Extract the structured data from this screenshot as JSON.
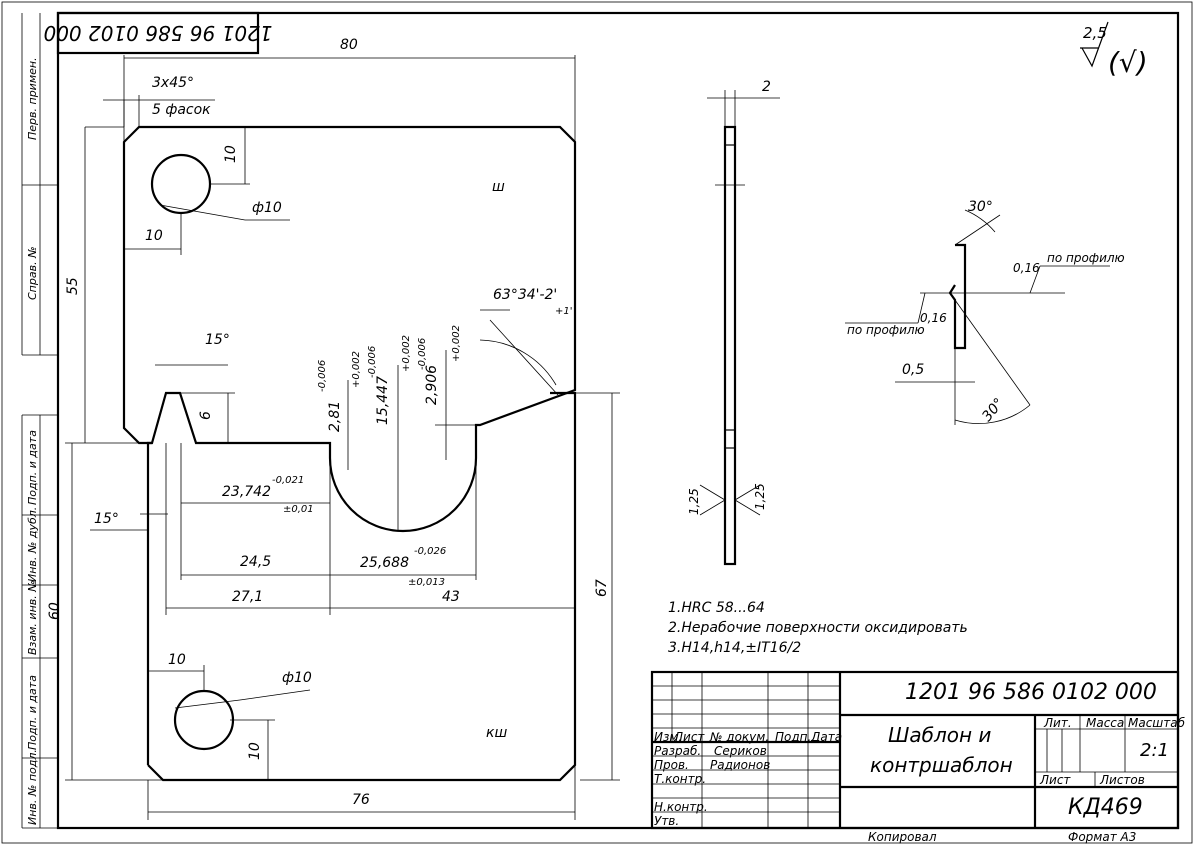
{
  "doc_number_stamp": "1201 96 586 0102 000",
  "roughness": {
    "value": "2,5",
    "mark": "(√)"
  },
  "side_labels": [
    "Перв. примен.",
    "Справ. №",
    "Подп. и дата",
    "Инв. № дубл.",
    "Взам. инв. №",
    "Подп. и дата",
    "Инв. № подл."
  ],
  "dims": {
    "d80": "80",
    "chamfer": "3x45°",
    "chamfer_count": "5 фасок",
    "d10_a": "10",
    "d10_b": "10",
    "phi10_a": "ф10",
    "d55": "55",
    "shaft_label": "ш",
    "angle_top": "63°34'-2'",
    "angle_top_tol": "+1'",
    "a15_a": "15°",
    "a15_b": "15°",
    "d6": "6",
    "v2_81": "2,81",
    "v2_81_tol": "-0,006",
    "v2_81_tol2": "+0,002",
    "v15_447": "15,447",
    "v15_447_tol": "-0,006",
    "v15_447_tol2": "+0,002",
    "v2_906": "2,906",
    "v2_906_tol": "-0,006",
    "v2_906_tol2": "+0,002",
    "v23_742": "23,742",
    "v23_742_tol": "-0,021",
    "v23_742_tol2": "±0,01",
    "v24_5": "24,5",
    "v25_688": "25,688",
    "v25_688_tol": "-0,026",
    "v25_688_tol2": "±0,013",
    "v27_1": "27,1",
    "v43": "43",
    "v60": "60",
    "v67": "67",
    "v76": "76",
    "d10_c": "10",
    "phi10_b": "ф10",
    "d10_d": "10",
    "counter_label": "кш",
    "side_w": "2",
    "r125_a": "1,25",
    "r125_b": "1,25",
    "a30_a": "30°",
    "a30_b": "30°",
    "prof_a": "по профилю",
    "prof_b": "по профилю",
    "r016_a": "0,16",
    "r016_b": "0,16",
    "d05": "0,5"
  },
  "notes": [
    "1.HRC 58...64",
    "2.Нерабочие поверхности оксидировать",
    "3.H14,h14,±IT16/2"
  ],
  "title_block": {
    "number": "1201 96 586 0102 000",
    "title_line1": "Шаблон и",
    "title_line2": "контршаблон",
    "col_izm": "Изм.",
    "col_list": "Лист",
    "col_doc": "№ докум.",
    "col_sign": "Подп.",
    "col_date": "Дата",
    "row_razrab": "Разраб.",
    "row_prov": "Пров.",
    "row_tkontr": "Т.контр.",
    "row_nkontr": "Н.контр.",
    "row_utv": "Утв.",
    "name_razrab": "Сериков",
    "name_prov": "Радионов",
    "lit": "Лит.",
    "massa": "Масса",
    "masshtab": "Масштаб",
    "scale": "2:1",
    "list": "Лист",
    "listov": "Листов",
    "company": "КД469",
    "copied": "Копировал",
    "format": "Формат А3"
  }
}
